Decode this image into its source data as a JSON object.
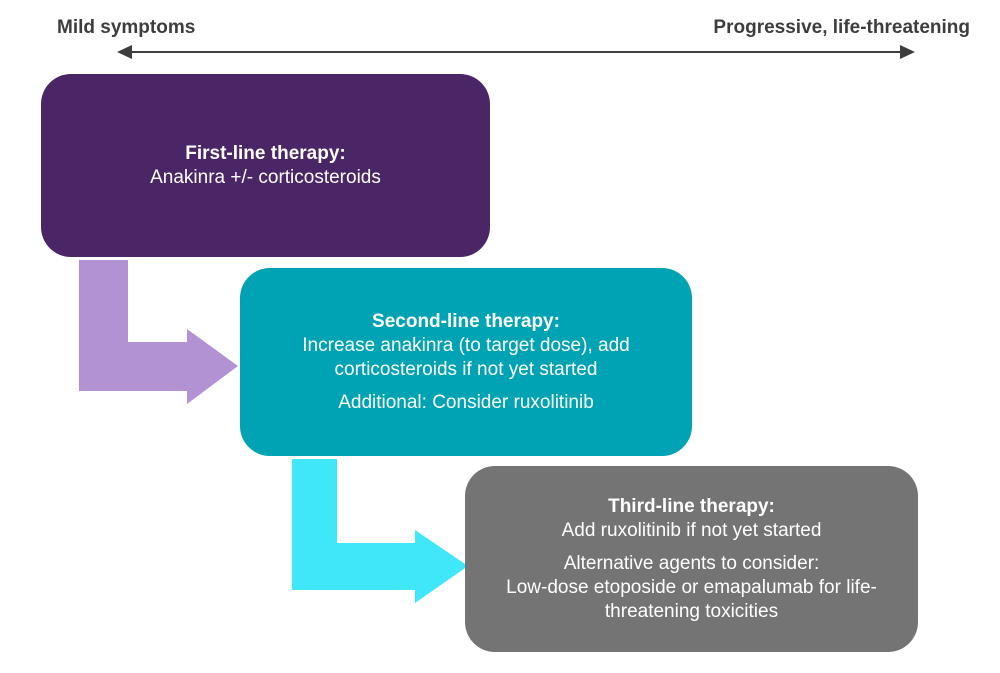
{
  "header": {
    "left_label": "Mild symptoms",
    "right_label": "Progressive, life-threatening"
  },
  "boxes": [
    {
      "title": "First-line therapy:",
      "line1": "Anakinra +/- corticosteroids"
    },
    {
      "title": "Second-line therapy:",
      "line1": "Increase anakinra (to target dose), add",
      "line2": "corticosteroids if not yet started",
      "line3": "Additional: Consider ruxolitinib"
    },
    {
      "title": "Third-line therapy:",
      "line1": "Add ruxolitinib if not yet started",
      "line2": "Alternative agents to consider:",
      "line3": "Low-dose etoposide or emapalumab for life-",
      "line4": "threatening toxicities"
    }
  ],
  "icons": {
    "spectrum_arrow": "double-headed-horizontal-arrow",
    "first_to_second_arrow": "elbow-arrow-down-right",
    "second_to_third_arrow": "elbow-arrow-down-right"
  },
  "colors": {
    "box1_bg": "#4b2666",
    "box2_bg": "#00a3b3",
    "box3_bg": "#747474",
    "arrow1_fill": "#b392d4",
    "arrow2_fill": "#3fe7f9",
    "header_text": "#3d3d3d",
    "box_text": "#ffffff"
  }
}
